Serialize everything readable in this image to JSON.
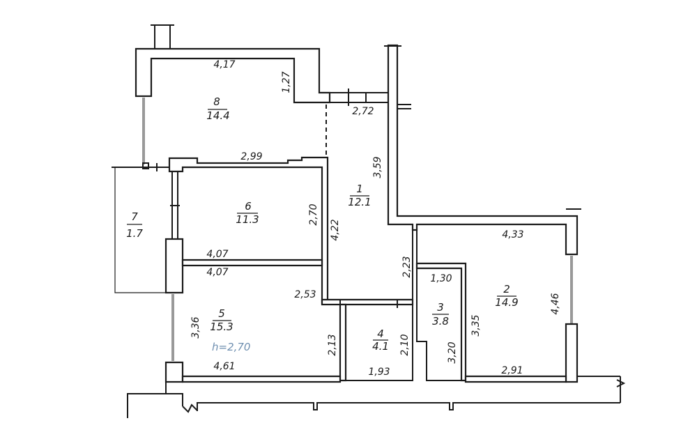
{
  "rooms": [
    {
      "number": "1",
      "area": "12.1"
    },
    {
      "number": "2",
      "area": "14.9"
    },
    {
      "number": "3",
      "area": "3.8"
    },
    {
      "number": "4",
      "area": "4.1"
    },
    {
      "number": "5",
      "area": "15.3"
    },
    {
      "number": "6",
      "area": "11.3"
    },
    {
      "number": "7",
      "area": "1.7"
    },
    {
      "number": "8",
      "area": "14.4"
    }
  ],
  "dimensions": {
    "r8_top": "4,17",
    "r8_step": "1,27",
    "r1_top": "2,72",
    "r1_right": "3,59",
    "r6_top": "2,99",
    "r6_right": "2,70",
    "r6_bottom": "4,07",
    "r5_top": "4,07",
    "r1_left": "4,22",
    "r1_bottom": "2,53",
    "r1_step": "2,23",
    "r5_left": "3,36",
    "r5_right": "2,13",
    "r5_bottom": "4,61",
    "r4_right": "2,10",
    "r4_bottom": "1,93",
    "r3_top": "1,30",
    "r3_right": "3,20",
    "r2_top": "4,33",
    "r2_left": "3,35",
    "r2_right": "4,46",
    "r2_bottom": "2,91"
  },
  "ceiling_height": "h=2,70"
}
